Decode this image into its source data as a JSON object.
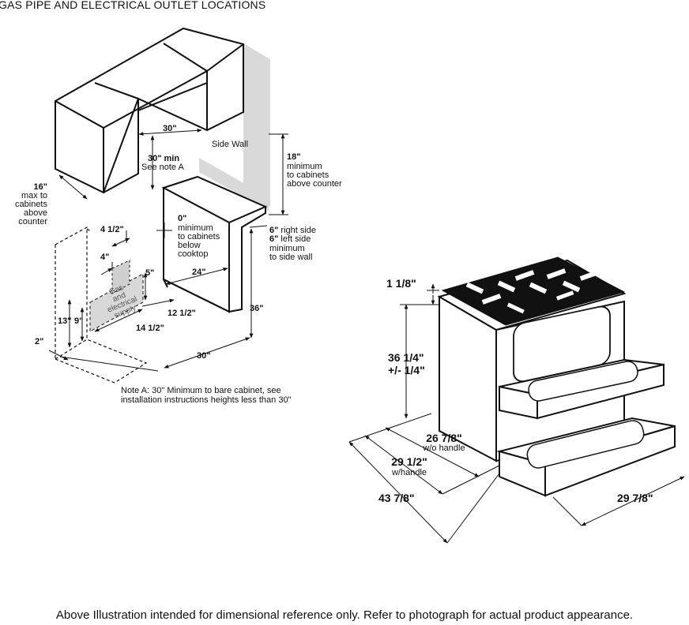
{
  "header": {
    "title": "GAS PIPE AND ELECTRICAL OUTLET LOCATIONS"
  },
  "install": {
    "side_wall": "Side Wall",
    "d30_top": "30\"",
    "d30_min": "30\" min",
    "see_note_a": "See note A",
    "d16": "16\"",
    "max_to_cabinets": "max to\ncabinets\nabove\ncounter",
    "d18": "18\"",
    "d18_text": "minimum\nto cabinets\nabove counter",
    "d0": "0\"",
    "d0_text": "minimum\nto cabinets\nbelow\ncooktop",
    "d6_right": "6\"",
    "right_side": " right side",
    "d6_left": "6\"",
    "left_side": " left side",
    "min_side_wall": "minimum\nto side wall",
    "d4_5": "4 1/2\"",
    "d4": "4\"",
    "d5": "5\"",
    "d24": "24\"",
    "d13": "13\"",
    "d9": "9\"",
    "gas_supply": "Gas\nand\nelectrical\nsupply",
    "d12_5": "12 1/2\"",
    "d36": "36\"",
    "d14_5": "14 1/2\"",
    "d2": "2\"",
    "d30_bottom": "30\"",
    "note_a": "Note A: 30\" Minimum to bare cabinet, see\ninstallation instructions heights less than 30\""
  },
  "range": {
    "d1_1_8": "1 1/8\"",
    "d36_1_4": "36 1/4\"",
    "tolerance": "+/- 1/4\"",
    "d26_7_8": "26 7/8\"",
    "wo_handle": "w/o handle",
    "d29_1_2": "29 1/2\"",
    "w_handle": "w/handle",
    "d43_7_8": "43 7/8\"",
    "d29_7_8": "29 7/8\""
  },
  "footer": {
    "disclaimer": "Above Illustration intended for dimensional reference only. Refer to photograph for actual product appearance."
  }
}
